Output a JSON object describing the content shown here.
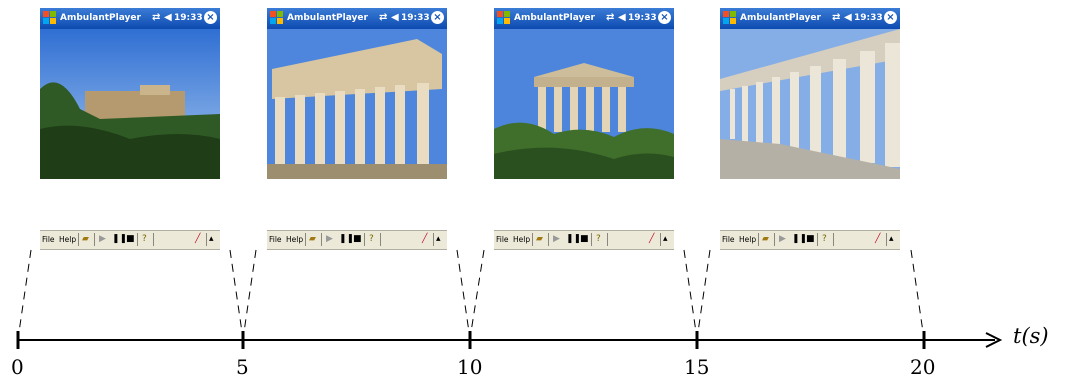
{
  "window": {
    "app_title": "AmbulantPlayer",
    "clock": "19:33"
  },
  "toolbar": {
    "file_label": "File",
    "help_label": "Help"
  },
  "timeline": {
    "axis_label": "t(s)",
    "ticks": [
      "0",
      "5",
      "10",
      "15",
      "20"
    ]
  },
  "slides": [
    {
      "index": 1
    },
    {
      "index": 2
    },
    {
      "index": 3
    },
    {
      "index": 4
    }
  ],
  "colors": {
    "titlebar": "#0d4bb0",
    "toolbar_bg": "#ece9d8",
    "sky": "#4c82d8"
  }
}
